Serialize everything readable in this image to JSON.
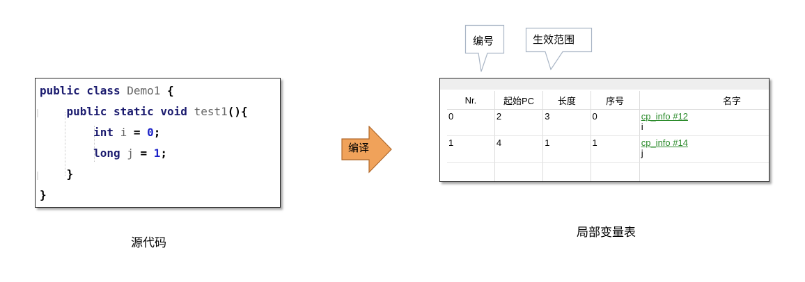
{
  "code": {
    "lines": [
      {
        "tokens": [
          {
            "t": "public class ",
            "c": "kw"
          },
          {
            "t": "Demo1",
            "c": "ident"
          },
          {
            "t": " {",
            "c": "plain"
          }
        ]
      },
      {
        "tokens": [
          {
            "t": "    public static void ",
            "c": "kw"
          },
          {
            "t": "test1",
            "c": "ident"
          },
          {
            "t": "(){",
            "c": "plain"
          }
        ]
      },
      {
        "tokens": [
          {
            "t": "        int ",
            "c": "kw"
          },
          {
            "t": "i",
            "c": "ident"
          },
          {
            "t": " = ",
            "c": "plain"
          },
          {
            "t": "0",
            "c": "num"
          },
          {
            "t": ";",
            "c": "plain"
          }
        ]
      },
      {
        "tokens": [
          {
            "t": "        long ",
            "c": "kw"
          },
          {
            "t": "j",
            "c": "ident"
          },
          {
            "t": " = ",
            "c": "plain"
          },
          {
            "t": "1",
            "c": "num"
          },
          {
            "t": ";",
            "c": "plain"
          }
        ]
      },
      {
        "tokens": [
          {
            "t": "    }",
            "c": "plain"
          }
        ]
      },
      {
        "tokens": [
          {
            "t": "}",
            "c": "plain"
          }
        ]
      }
    ]
  },
  "captions": {
    "source_code": "源代码",
    "local_var_table": "局部变量表"
  },
  "arrow": {
    "label": "编译",
    "fill": "#f0a25a",
    "stroke": "#b0682a"
  },
  "callouts": {
    "number": "编号",
    "scope": "生效范围"
  },
  "table": {
    "headers": [
      "Nr.",
      "起始PC",
      "长度",
      "序号",
      "名字"
    ],
    "rows": [
      {
        "nr": "0",
        "start_pc": "2",
        "length": "3",
        "index": "0",
        "name_link": "cp_info #12",
        "name_value": "i"
      },
      {
        "nr": "1",
        "start_pc": "4",
        "length": "1",
        "index": "1",
        "name_link": "cp_info #14",
        "name_value": "j"
      }
    ],
    "link_color": "#2a8a2a"
  }
}
